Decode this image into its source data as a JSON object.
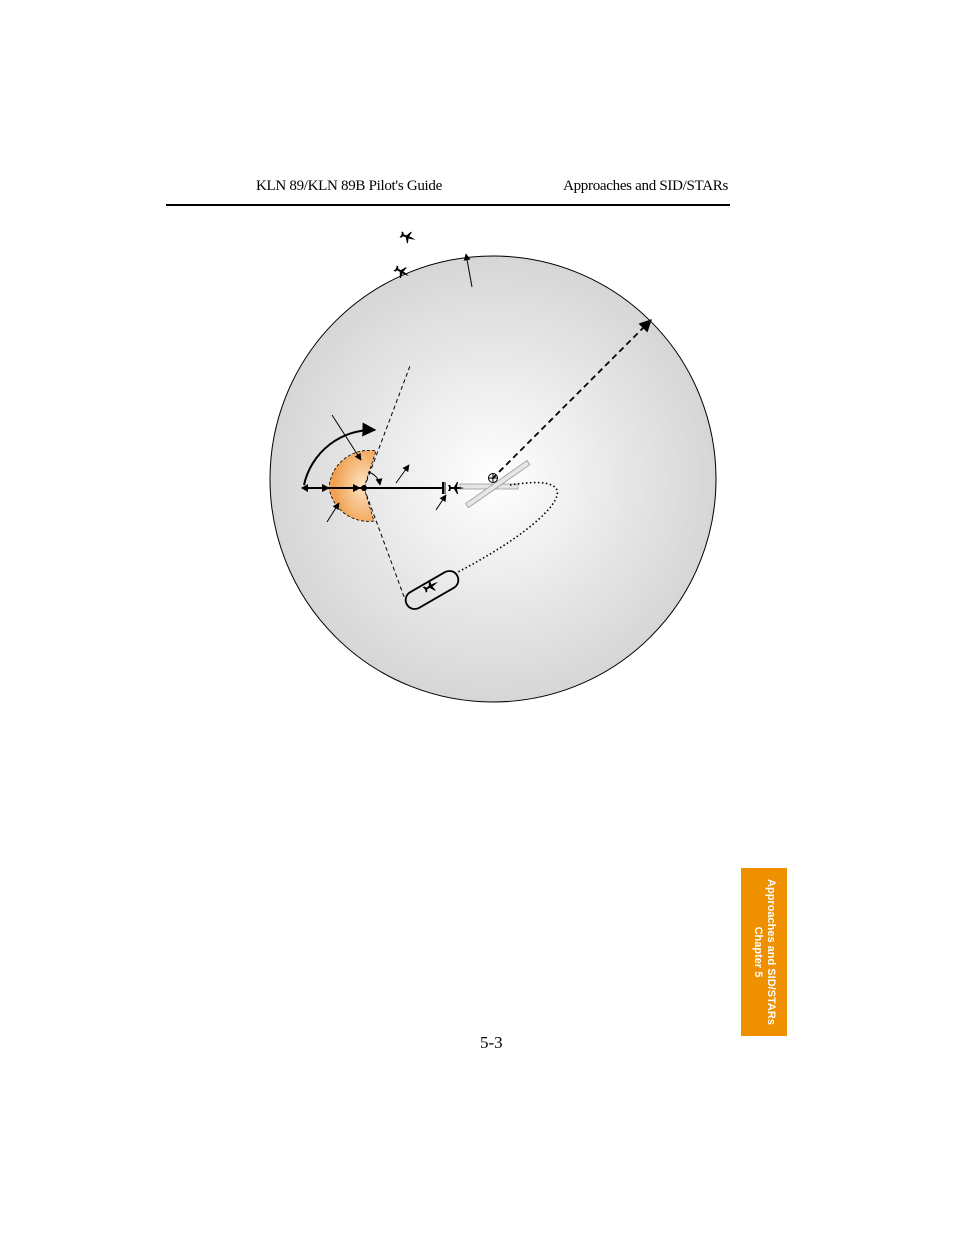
{
  "header": {
    "left": "KLN 89/KLN 89B  Pilot's Guide",
    "right": "Approaches and SID/STARs"
  },
  "side_tab": {
    "line1": "Approaches and SID/STARs",
    "line2": "Chapter 5",
    "color": "#ee9000"
  },
  "page_number": "5-3",
  "diagram": {
    "icons": [
      "aircraft-icon",
      "airport-icon",
      "holding-pattern",
      "arrow-icon"
    ],
    "colors": {
      "area_fill": "#e8e8e8",
      "sector_fill": "#f0a050"
    }
  }
}
